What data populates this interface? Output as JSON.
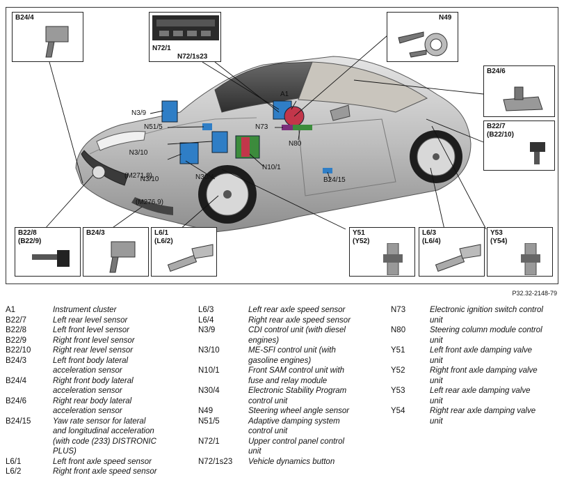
{
  "figure_ref": "P32.32-2148-79",
  "callouts": {
    "b24_4": "B24/4",
    "n72": [
      "N72/1",
      "N72/1s23"
    ],
    "n49": "N49",
    "b24_6": "B24/6",
    "b22_7": [
      "B22/7",
      "(B22/10)"
    ],
    "b22_8": [
      "B22/8",
      "(B22/9)"
    ],
    "b24_3": "B24/3",
    "l6_1": [
      "L6/1",
      "(L6/2)"
    ],
    "y51": [
      "Y51",
      "(Y52)"
    ],
    "l6_3": [
      "L6/3",
      "(L6/4)"
    ],
    "y53": [
      "Y53",
      "(Y54)"
    ]
  },
  "car_labels": {
    "a1": "A1",
    "n3_9": "N3/9",
    "n51_5": "N51/5",
    "n73": "N73",
    "n3_10a": [
      "N3/10",
      "(M271.8)"
    ],
    "n80": "N80",
    "n3_10b": [
      "N3/10",
      "(M276.9)"
    ],
    "n10_1": "N10/1",
    "n30_4": "N30/4",
    "b24_15": "B24/15"
  },
  "legend": [
    {
      "code": "A1",
      "desc": [
        "Instrument cluster"
      ]
    },
    {
      "code": "B22/7",
      "desc": [
        "Left rear level sensor"
      ]
    },
    {
      "code": "B22/8",
      "desc": [
        "Left front level sensor"
      ]
    },
    {
      "code": "B22/9",
      "desc": [
        "Right front level sensor"
      ]
    },
    {
      "code": "B22/10",
      "desc": [
        "Right rear level sensor"
      ]
    },
    {
      "code": "B24/3",
      "desc": [
        "Left front body lateral",
        "acceleration sensor"
      ]
    },
    {
      "code": "B24/4",
      "desc": [
        "Right front body lateral",
        "acceleration sensor"
      ]
    },
    {
      "code": "B24/6",
      "desc": [
        "Right rear body lateral",
        "acceleration sensor"
      ]
    },
    {
      "code": "B24/15",
      "desc": [
        "Yaw rate sensor for lateral",
        "and longitudinal acceleration",
        "(with code (233) DISTRONIC",
        "PLUS)"
      ]
    },
    {
      "code": "L6/1",
      "desc": [
        "Left front axle speed sensor"
      ]
    },
    {
      "code": "L6/2",
      "desc": [
        "Right front axle speed sensor"
      ]
    },
    {
      "code": "L6/3",
      "desc": [
        "Left rear axle speed sensor"
      ]
    },
    {
      "code": "L6/4",
      "desc": [
        "Right rear axle speed sensor"
      ]
    },
    {
      "code": "N3/9",
      "desc": [
        "CDI control unit (with diesel",
        "engines)"
      ]
    },
    {
      "code": "N3/10",
      "desc": [
        "ME-SFI control unit (with",
        "gasoline engines)"
      ]
    },
    {
      "code": "N10/1",
      "desc": [
        "Front SAM control unit with",
        "fuse and relay module"
      ]
    },
    {
      "code": "N30/4",
      "desc": [
        "Electronic Stability Program",
        "control unit"
      ]
    },
    {
      "code": "N49",
      "desc": [
        "Steering wheel angle sensor"
      ]
    },
    {
      "code": "N51/5",
      "desc": [
        "Adaptive damping system",
        "control unit"
      ]
    },
    {
      "code": "N72/1",
      "desc": [
        "Upper control panel control",
        "unit"
      ]
    },
    {
      "code": "N72/1s23",
      "desc": [
        "Vehicle dynamics button"
      ]
    },
    {
      "code": "N73",
      "desc": [
        "Electronic ignition switch control",
        "unit"
      ]
    },
    {
      "code": "N80",
      "desc": [
        "Steering column module control",
        "unit"
      ]
    },
    {
      "code": "Y51",
      "desc": [
        "Left front axle damping valve",
        "unit"
      ]
    },
    {
      "code": "Y52",
      "desc": [
        "Right front axle damping valve",
        "unit"
      ]
    },
    {
      "code": "Y53",
      "desc": [
        "Left rear axle damping valve",
        "unit"
      ]
    },
    {
      "code": "Y54",
      "desc": [
        "Right rear axle damping valve",
        "unit"
      ]
    }
  ]
}
